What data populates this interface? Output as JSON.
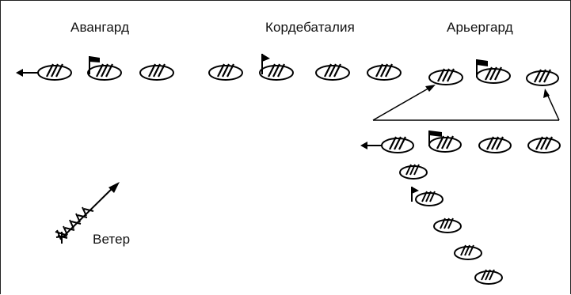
{
  "labels": {
    "vanguard": "Авангард",
    "center": "Кордебаталия",
    "rearguard": "Арьергард",
    "wind": "Ветер"
  }
}
